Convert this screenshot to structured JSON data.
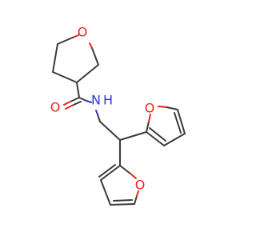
{
  "molecule": {
    "atoms": {
      "o_thf": "O",
      "o_carbonyl": "O",
      "n_amide": "N",
      "h_amide": "H",
      "o_furan_right": "O",
      "o_furan_bottom": "O"
    },
    "colors": {
      "carbon_bond": "#3a3a3a",
      "oxygen": "#e8251c",
      "nitrogen": "#2e35d6",
      "background": "#ffffff"
    }
  }
}
